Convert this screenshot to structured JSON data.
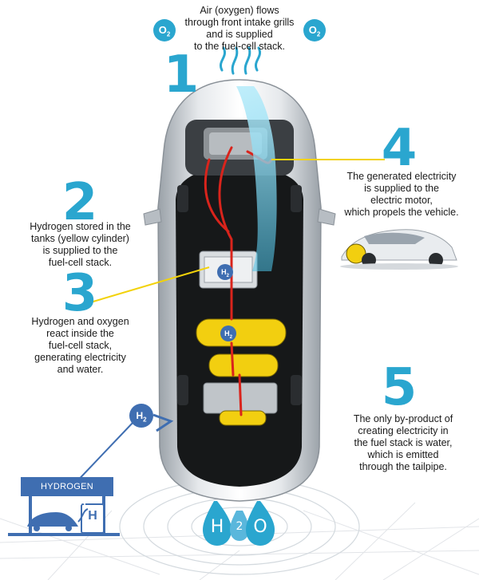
{
  "colors": {
    "number": "#2aa6cf",
    "o2_bubble": "#2aa6cf",
    "h2_badge": "#3f6eb1",
    "station": "#3f6eb1",
    "leader_line": "#f2d20a",
    "water_drop": "#2aa6cf",
    "car_body": "#c9ced3",
    "car_interior": "#1a1a1a",
    "tank": "#f2cf10",
    "hydrogen_path": "#d9241c",
    "air_flow": "#5ad0ee"
  },
  "o2_bubbles": {
    "left": "O",
    "right": "O",
    "sub": "2"
  },
  "steps": [
    {
      "number": "1",
      "lines": [
        "Air (oxygen) flows",
        "through front intake grills",
        "and is supplied",
        "to the fuel-cell stack."
      ]
    },
    {
      "number": "2",
      "lines": [
        "Hydrogen stored in the",
        "tanks (yellow cylinder)",
        "is supplied to the",
        "fuel-cell stack."
      ]
    },
    {
      "number": "3",
      "lines": [
        "Hydrogen and oxygen",
        "react inside the",
        "fuel-cell stack,",
        "generating electricity",
        "and water."
      ]
    },
    {
      "number": "4",
      "lines": [
        "The generated electricity",
        "is supplied to the",
        "electric motor,",
        "which propels the vehicle."
      ]
    },
    {
      "number": "5",
      "lines": [
        "The only by-product of",
        "creating electricity in",
        "the fuel stack is water,",
        "which is emitted",
        "through the tailpipe."
      ]
    }
  ],
  "h2_badge": {
    "main": "H",
    "sub": "2"
  },
  "station": {
    "label": "HYDROGEN STATION",
    "sign": "H"
  },
  "water_drops": [
    "H",
    "2",
    "O"
  ],
  "icons": [
    "o2-bubble-icon",
    "h2-badge-icon",
    "water-drop-icon",
    "car-icon",
    "gas-pump-icon"
  ]
}
